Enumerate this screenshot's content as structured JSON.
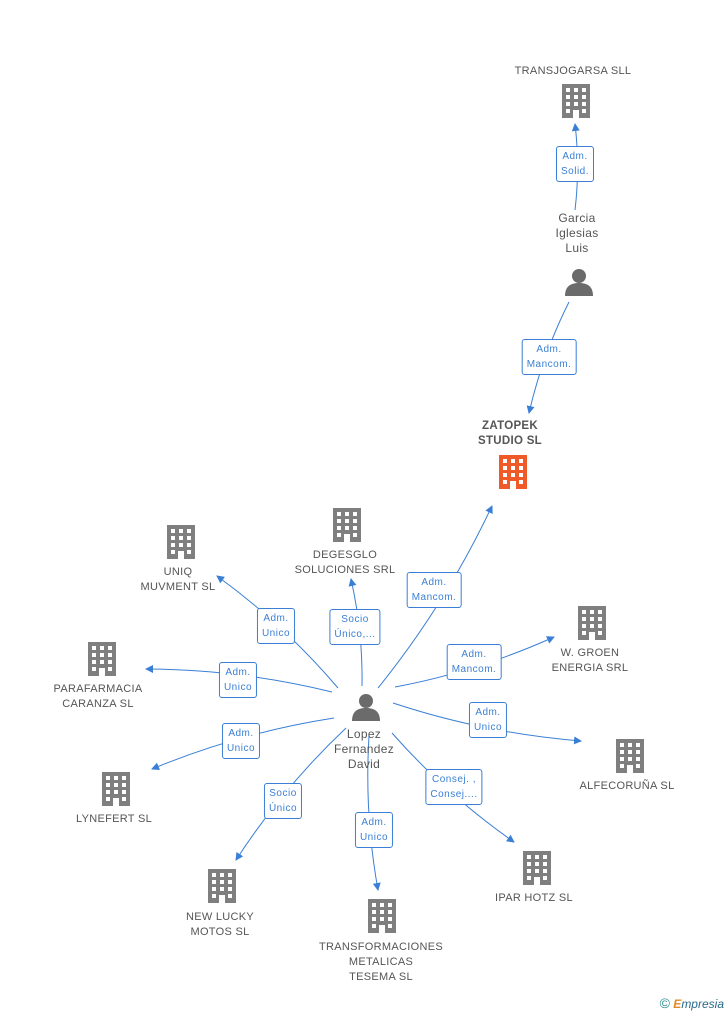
{
  "colors": {
    "edge": "#3a7fd5",
    "company": "#7f7f7f",
    "focus": "#f05a28",
    "person": "#6b6b6b"
  },
  "center_person": {
    "name_lines": [
      "Lopez",
      "Fernandez",
      "David"
    ]
  },
  "person2": {
    "name_lines": [
      "Garcia",
      "Iglesias",
      "Luis"
    ]
  },
  "focus_company": {
    "name_lines": [
      "ZATOPEK",
      "STUDIO  SL"
    ]
  },
  "companies": [
    {
      "id": "transjogarsa",
      "name_lines": [
        "TRANSJOGARSA SLL"
      ]
    },
    {
      "id": "degesglo",
      "name_lines": [
        "DEGESGLO",
        "SOLUCIONES SRL"
      ]
    },
    {
      "id": "uniq",
      "name_lines": [
        "UNIQ",
        "MUVMENT SL"
      ]
    },
    {
      "id": "parafarmacia",
      "name_lines": [
        "PARAFARMACIA",
        "CARANZA SL"
      ]
    },
    {
      "id": "lynefert",
      "name_lines": [
        "LYNEFERT SL"
      ]
    },
    {
      "id": "newlucky",
      "name_lines": [
        "NEW LUCKY",
        "MOTOS SL"
      ]
    },
    {
      "id": "transformaciones",
      "name_lines": [
        "TRANSFORMACIONES",
        "METALICAS",
        "TESEMA SL"
      ]
    },
    {
      "id": "iparhotz",
      "name_lines": [
        "IPAR HOTZ SL"
      ]
    },
    {
      "id": "alfecoruna",
      "name_lines": [
        "ALFECORUÑA SL"
      ]
    },
    {
      "id": "wgroen",
      "name_lines": [
        "W.  GROEN",
        "ENERGIA SRL"
      ]
    }
  ],
  "edges": [
    {
      "id": "garcia-transjogarsa",
      "label_lines": [
        "Adm.",
        "Solid."
      ]
    },
    {
      "id": "garcia-zatopek",
      "label_lines": [
        "Adm.",
        "Mancom."
      ]
    },
    {
      "id": "lopez-zatopek",
      "label_lines": [
        "Adm.",
        "Mancom."
      ]
    },
    {
      "id": "lopez-degesglo",
      "label_lines": [
        "Socio",
        "Único,..."
      ]
    },
    {
      "id": "lopez-uniq",
      "label_lines": [
        "Adm.",
        "Unico"
      ]
    },
    {
      "id": "lopez-parafarmacia",
      "label_lines": [
        "Adm.",
        "Unico"
      ]
    },
    {
      "id": "lopez-lynefert",
      "label_lines": [
        "Adm.",
        "Unico"
      ]
    },
    {
      "id": "lopez-newlucky",
      "label_lines": [
        "Socio",
        "Único"
      ]
    },
    {
      "id": "lopez-transformaciones",
      "label_lines": [
        "Adm.",
        "Unico"
      ]
    },
    {
      "id": "lopez-iparhotz",
      "label_lines": [
        "Consej. ,",
        "Consej...."
      ]
    },
    {
      "id": "lopez-alfecoruna",
      "label_lines": [
        "Adm.",
        "Unico"
      ]
    },
    {
      "id": "lopez-wgroen",
      "label_lines": [
        "Adm.",
        "Mancom."
      ]
    }
  ],
  "brand": {
    "copyright": "©",
    "initial": "E",
    "rest": "mpresia"
  }
}
